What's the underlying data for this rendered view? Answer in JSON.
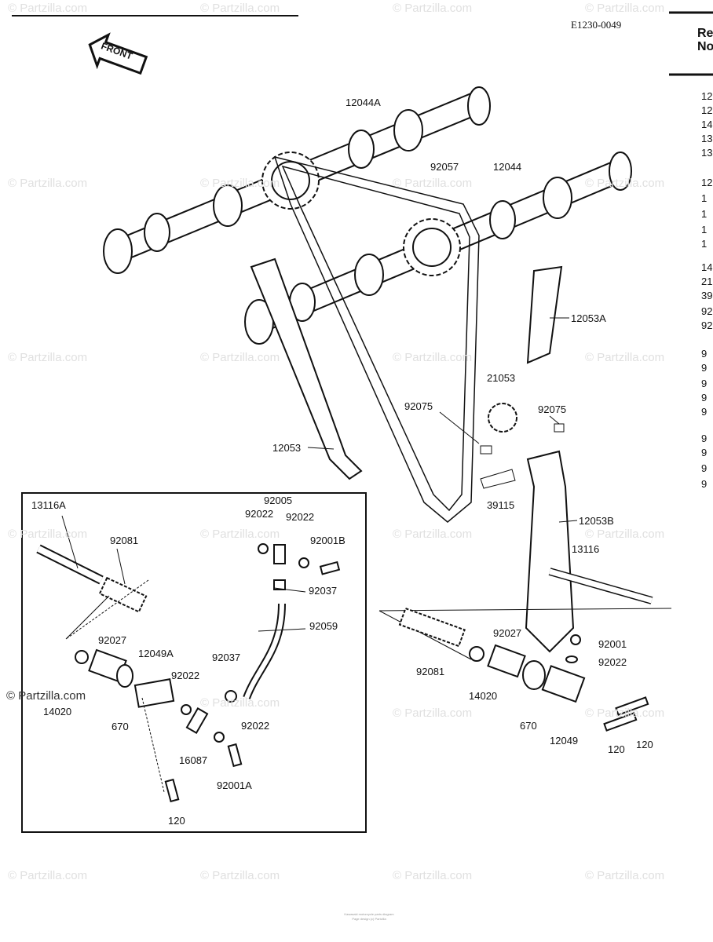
{
  "watermark": "© Partzilla.com",
  "diagram_code": "E1230-0049",
  "front_label": "FRONT",
  "header": {
    "line1": "Re",
    "line2": "No"
  },
  "ref_column": [
    "12",
    "12",
    "14",
    "13",
    "13",
    "12",
    "1",
    "1",
    "1",
    "1",
    "14",
    "21",
    "39",
    "92",
    "92",
    "9",
    "9",
    "9",
    "9",
    "9",
    "9",
    "9",
    "9",
    "9"
  ],
  "labels": {
    "main": [
      "12044A",
      "92057",
      "12044",
      "12053A",
      "21053",
      "92075",
      "92075",
      "12053",
      "39115",
      "12053B",
      "13116"
    ],
    "inset": [
      "13116A",
      "92005",
      "92022",
      "92022",
      "92001B",
      "92081",
      "92037",
      "92059",
      "92027",
      "12049A",
      "92037",
      "92022",
      "14020",
      "670",
      "92022",
      "16087",
      "92001A",
      "120"
    ],
    "lower_right": [
      "92027",
      "92001",
      "92022",
      "92081",
      "14020",
      "670",
      "12049",
      "120",
      "120"
    ]
  },
  "footer": {
    "line1": "Kawasaki motorcycle parts diagram",
    "line2": "Page design (c) Partzilla"
  }
}
